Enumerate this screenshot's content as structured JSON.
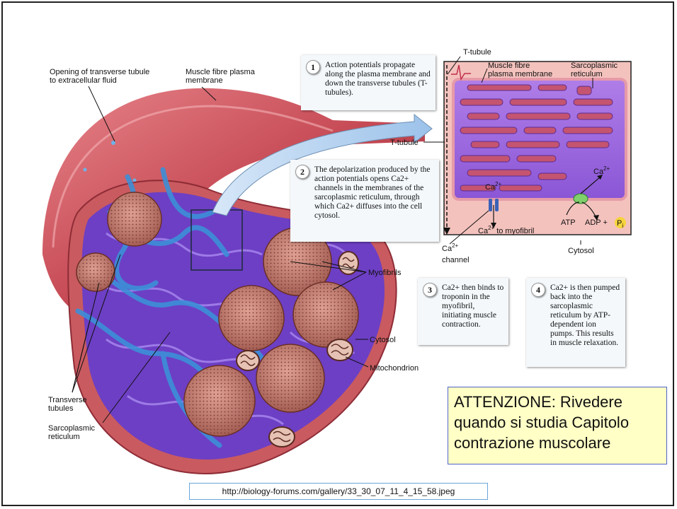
{
  "labels": {
    "opening_tubule": [
      "Opening of transverse tubule",
      "to extracellular fluid"
    ],
    "muscle_fibre_membrane": [
      "Muscle fibre plasma",
      "membrane"
    ],
    "t_tubule_top": "T-tubule",
    "inset_membrane": [
      "Muscle fibre",
      "plasma membrane"
    ],
    "inset_sr": [
      "Sarcoplasmic",
      "reticulum"
    ],
    "t_tubule_side": "T-tubule",
    "ca_in_sr": "Ca",
    "ca_released": "Ca",
    "ca_pumped": "Ca",
    "to_myofibril": "to myofibril",
    "atp": "ATP",
    "adp": "ADP +",
    "pi": "P",
    "pi_sub": "i",
    "ca_channel": [
      "Ca",
      "channel"
    ],
    "cytosol_inset": "Cytosol",
    "myofibrils": "Myofibrils",
    "cytosol": "Cytosol",
    "mitochondrion": "Mitochondrion",
    "transverse_tubules": [
      "Transverse",
      "tubules"
    ],
    "sarcoplasmic_reticulum": [
      "Sarcoplasmic",
      "reticulum"
    ],
    "charge_2plus": "2+"
  },
  "steps": [
    {
      "number": "1",
      "text": "Action potentials propagate along the plasma membrane and down the transverse tubules (T-tubules)."
    },
    {
      "number": "2",
      "text": "The depolarization produced by the action potentials opens Ca2+ channels in the membranes of the sarcoplasmic reticulum, through which Ca2+ diffuses into the cell cytosol."
    },
    {
      "number": "3",
      "text": "Ca2+ then binds to troponin in the myofibril, initiating muscle contraction."
    },
    {
      "number": "4",
      "text": "Ca2+ is then pumped back into the sarcoplasmic reticulum by ATP-dependent ion pumps. This results in muscle relaxation."
    }
  ],
  "note": {
    "lines": [
      "ATTENZIONE: Rivedere",
      "quando si studia Capitolo",
      "contrazione muscolare"
    ]
  },
  "source_url": "http://biology-forums.com/gallery/33_30_07_11_4_15_58.jpeg",
  "colors": {
    "membrane": "#c64a55",
    "sarcoplasmic_reticulum": "#7a4fd0",
    "t_tubule": "#3c8fd8",
    "myofibril": "#c98478",
    "note_background": "#ffffc6",
    "inset_cytosol": "#f4c2bd"
  }
}
